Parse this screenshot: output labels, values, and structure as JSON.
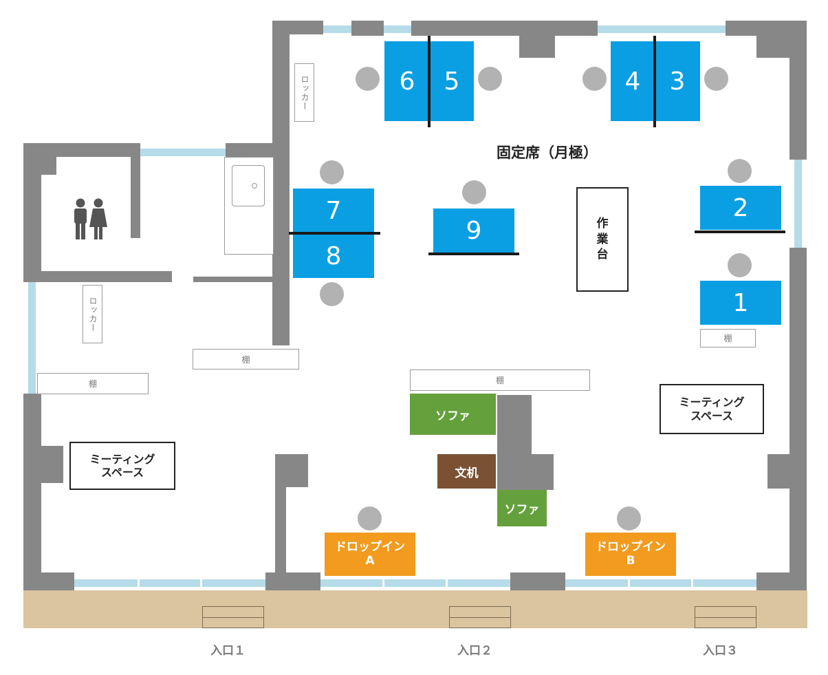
{
  "title": "固定席（月極）",
  "desks": [
    {
      "id": "6",
      "label": "6"
    },
    {
      "id": "5",
      "label": "5"
    },
    {
      "id": "4",
      "label": "4"
    },
    {
      "id": "3",
      "label": "3"
    },
    {
      "id": "7",
      "label": "7"
    },
    {
      "id": "8",
      "label": "8"
    },
    {
      "id": "9",
      "label": "9"
    },
    {
      "id": "2",
      "label": "2"
    },
    {
      "id": "1",
      "label": "1"
    }
  ],
  "worktable": "作\n業\n台",
  "lockers": [
    "ロッカー",
    "ロッカー"
  ],
  "shelves": [
    "棚",
    "棚",
    "棚",
    "棚"
  ],
  "meeting_spaces": [
    "ミーティング\nスペース",
    "ミーティング\nスペース"
  ],
  "sofas": [
    "ソファ",
    "ソファ"
  ],
  "bunki": "文机",
  "dropin": [
    "ドロップイン\nA",
    "ドロップイン\nB"
  ],
  "entrances": [
    "入口１",
    "入口２",
    "入口３"
  ],
  "icons": {
    "restroom": "restroom-icon",
    "sink": "sink-icon"
  },
  "colors": {
    "desk": "#0a9fe3",
    "sofa": "#64a13c",
    "bunki": "#7b5134",
    "dropin": "#f29b1f",
    "wall": "#878787",
    "window": "#b5dce8",
    "ground": "#dbc59f"
  }
}
